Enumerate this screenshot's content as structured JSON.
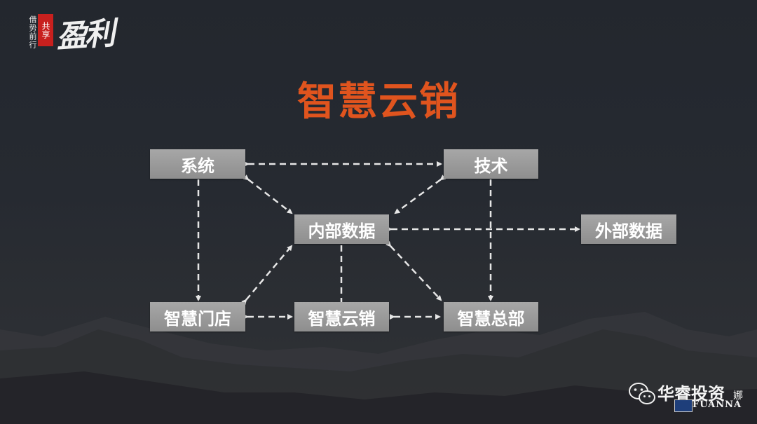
{
  "logo": {
    "small_text": "借势前行",
    "badge_text": "共享",
    "brush_text": "盈利"
  },
  "title": "智慧云销",
  "nodes": {
    "system": "系统",
    "tech": "技术",
    "internal_data": "内部数据",
    "external_data": "外部数据",
    "smart_store": "智慧门店",
    "smart_cloud": "智慧云销",
    "smart_hq": "智慧总部"
  },
  "watermark": {
    "name": "华睿投资",
    "suffix": "娜",
    "en": "FUANNA"
  },
  "colors": {
    "title": "#e0541e",
    "node_fill": "#9b9b9b",
    "connector": "#e6e6e6",
    "badge": "#c8201e"
  },
  "icons": [
    "wechat-icon"
  ]
}
